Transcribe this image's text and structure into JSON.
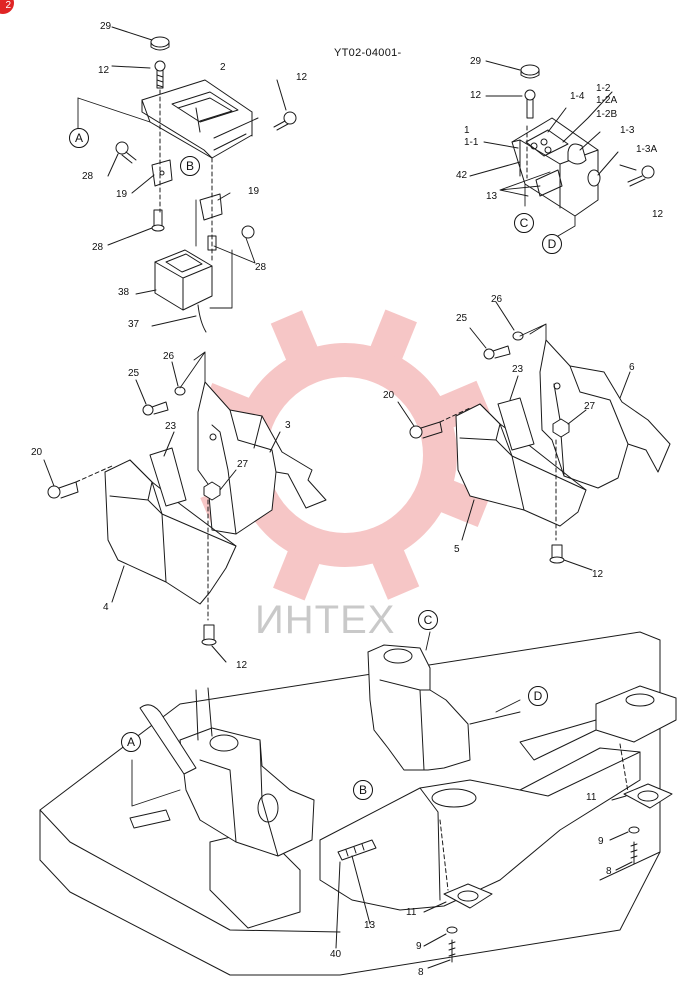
{
  "page_marker": "2",
  "document_id": "YT02-04001-",
  "watermark_text": "ИНТЕХ",
  "watermark_color": "#f3b3b3",
  "ref_circles": {
    "a_top": "A",
    "b_top": "B",
    "c_right": "C",
    "d_right": "D",
    "c_bottom": "C",
    "d_bottom": "D",
    "a_bottom": "A",
    "b_bottom": "B"
  },
  "callouts": {
    "p29_left": "29",
    "p12_left_a": "12",
    "p2": "2",
    "p12_left_b": "12",
    "p28_a": "28",
    "p19_a": "19",
    "p28_b": "28",
    "p19_b": "19",
    "p28_c": "28",
    "p38": "38",
    "p37": "37",
    "p29_right": "29",
    "p12_right_a": "12",
    "p1_2": "1-2",
    "p1_2a": "1-2A",
    "p1_4": "1-4",
    "p1_2b": "1-2B",
    "p1": "1",
    "p1_1": "1-1",
    "p1_3": "1-3",
    "p1_3a": "1-3A",
    "p42": "42",
    "p13_right": "13",
    "p12_right_b": "12",
    "p26_right": "26",
    "p25_right": "25",
    "p23_right": "23",
    "p6": "6",
    "p20_right": "20",
    "p27_right": "27",
    "p5": "5",
    "p12_right_c": "12",
    "p26_left": "26",
    "p25_left": "25",
    "p23_left": "23",
    "p3": "3",
    "p20_left": "20",
    "p27_left": "27",
    "p4": "4",
    "p12_left_c": "12",
    "p11_a": "11",
    "p9_a": "9",
    "p8_a": "8",
    "p11_b": "11",
    "p9_b": "9",
    "p8_b": "8",
    "p40": "40",
    "p13_bottom": "13"
  }
}
